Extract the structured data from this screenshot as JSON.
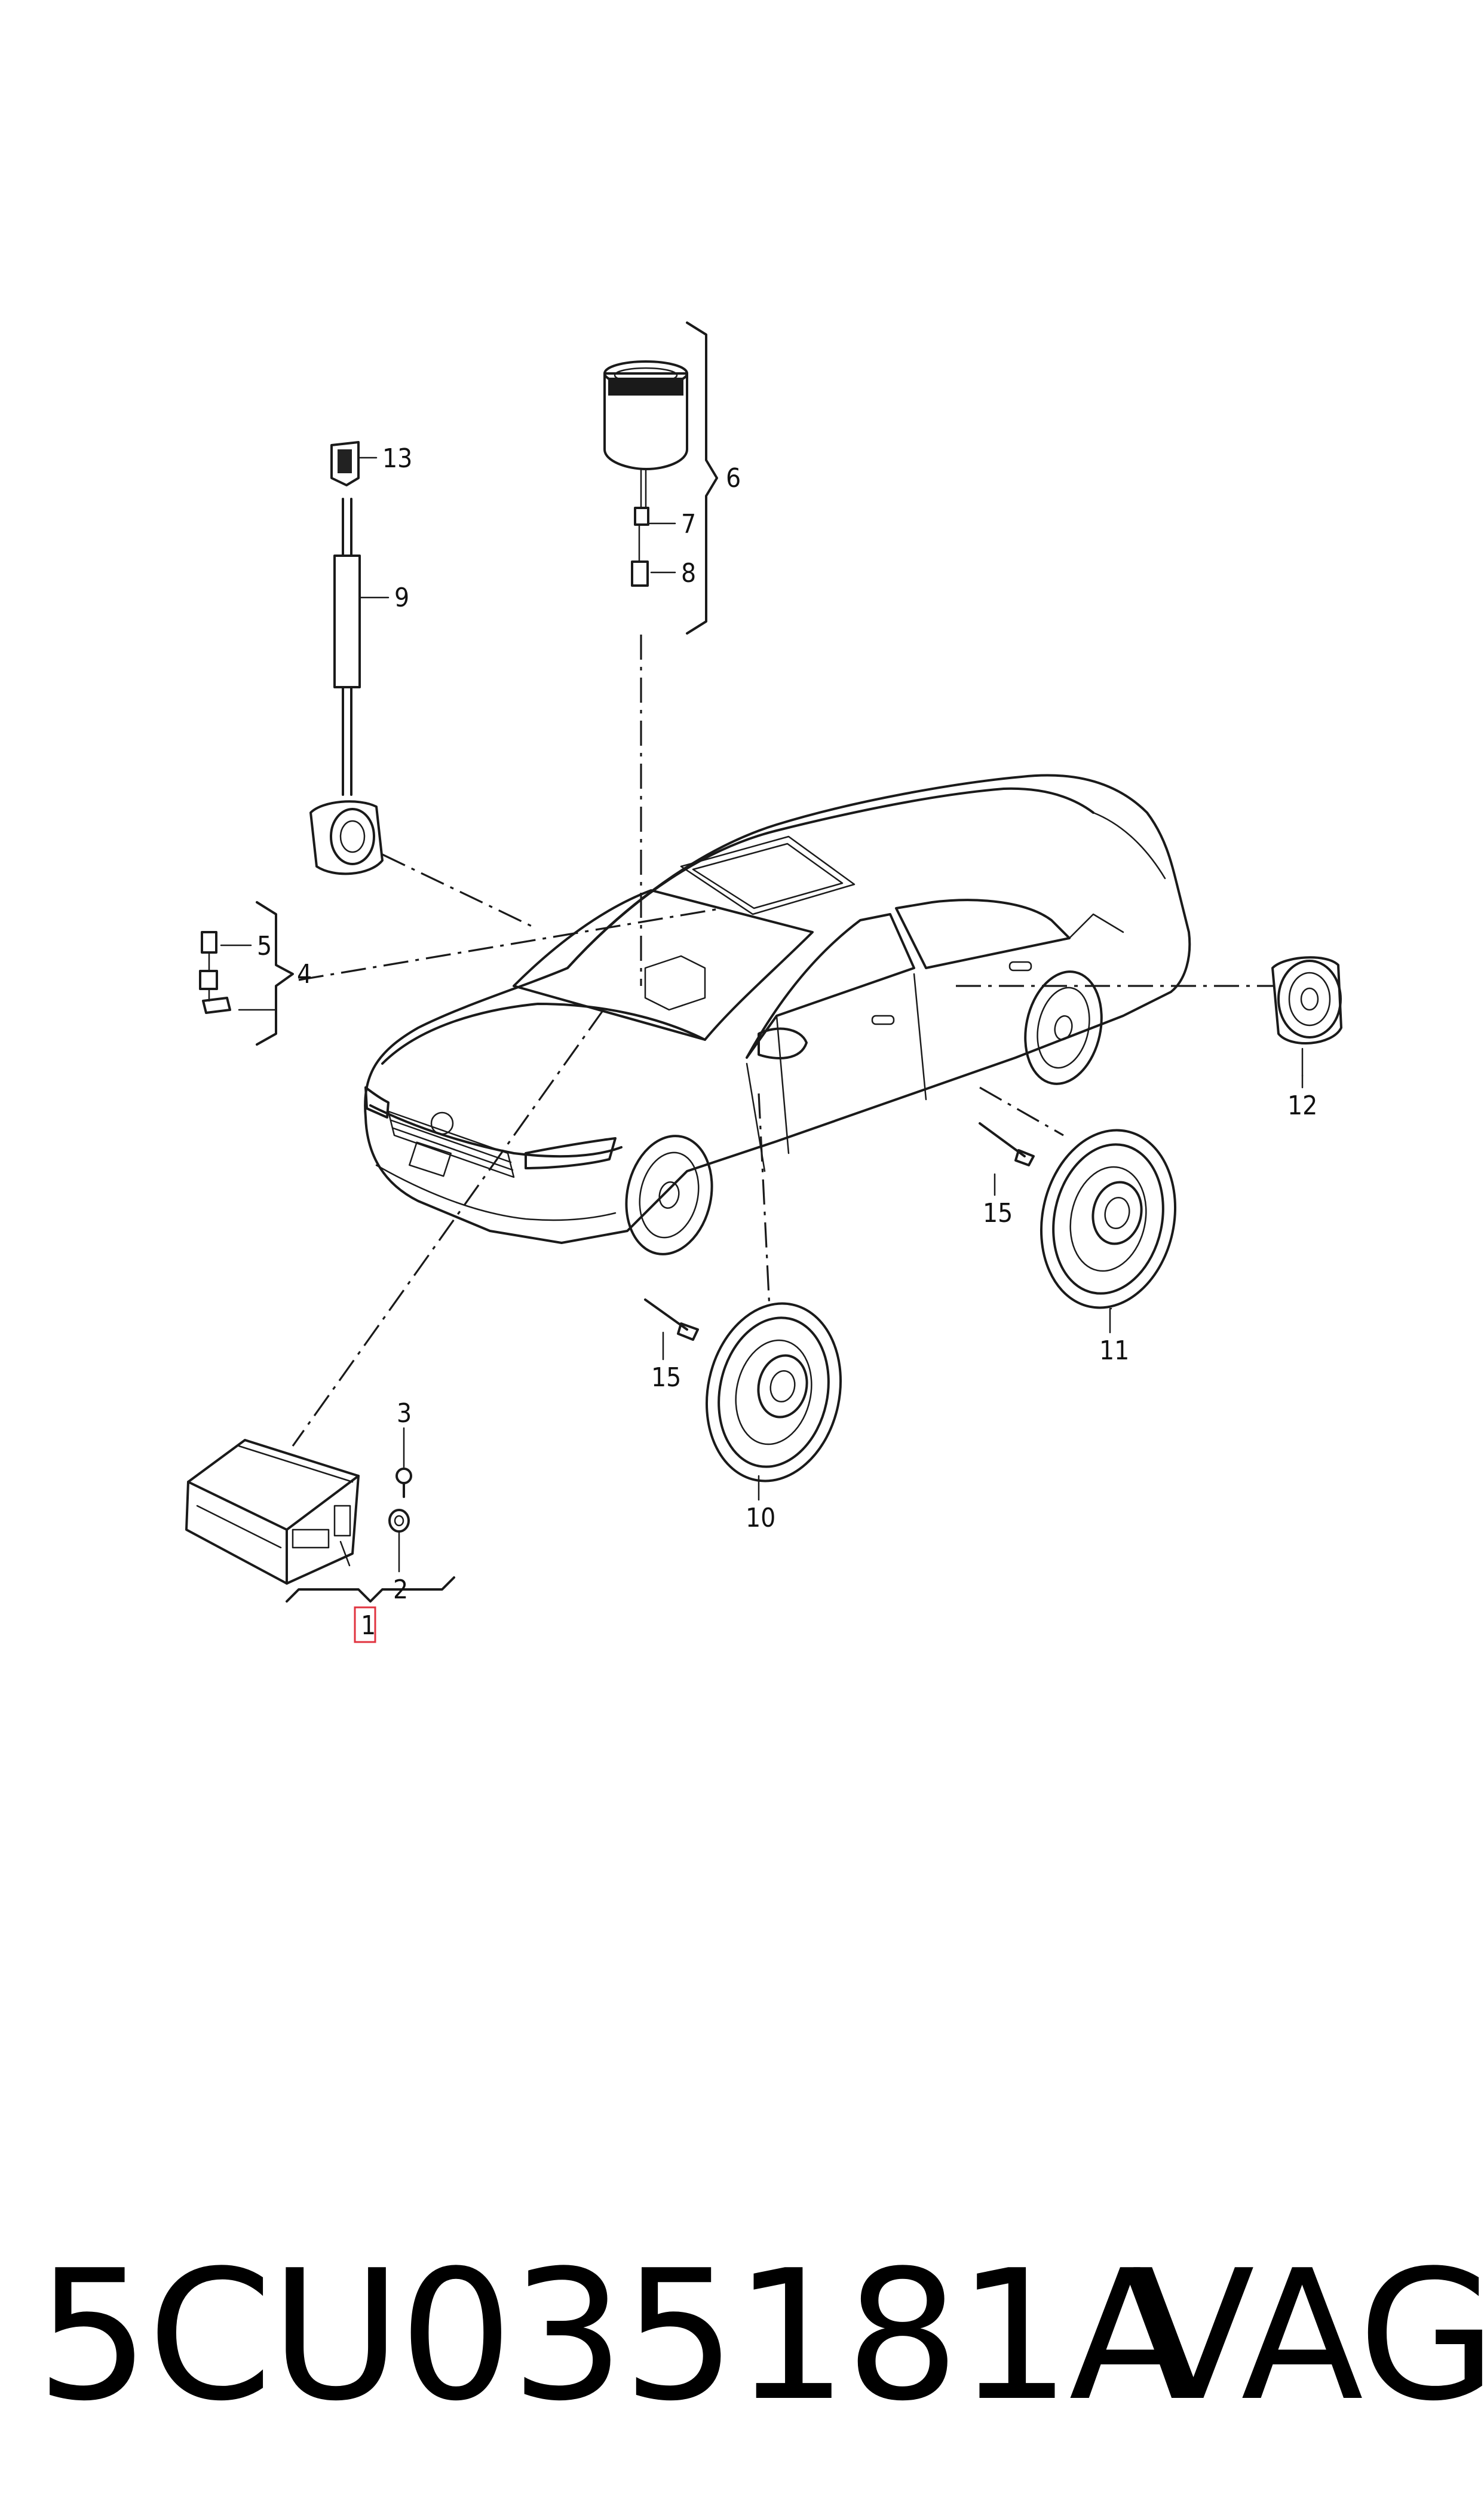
{
  "callouts": {
    "c1": "1",
    "c2": "2",
    "c3": "3",
    "c4": "4",
    "c5": "5",
    "c6": "6",
    "c7": "7",
    "c8": "8",
    "c9": "9",
    "c10": "10",
    "c11": "11",
    "c12": "12",
    "c13": "13",
    "c15a": "15",
    "c15b": "15"
  },
  "footer": {
    "part_number": "5CU035181A",
    "brand": "VAG"
  },
  "highlight_color": "#e0333f"
}
